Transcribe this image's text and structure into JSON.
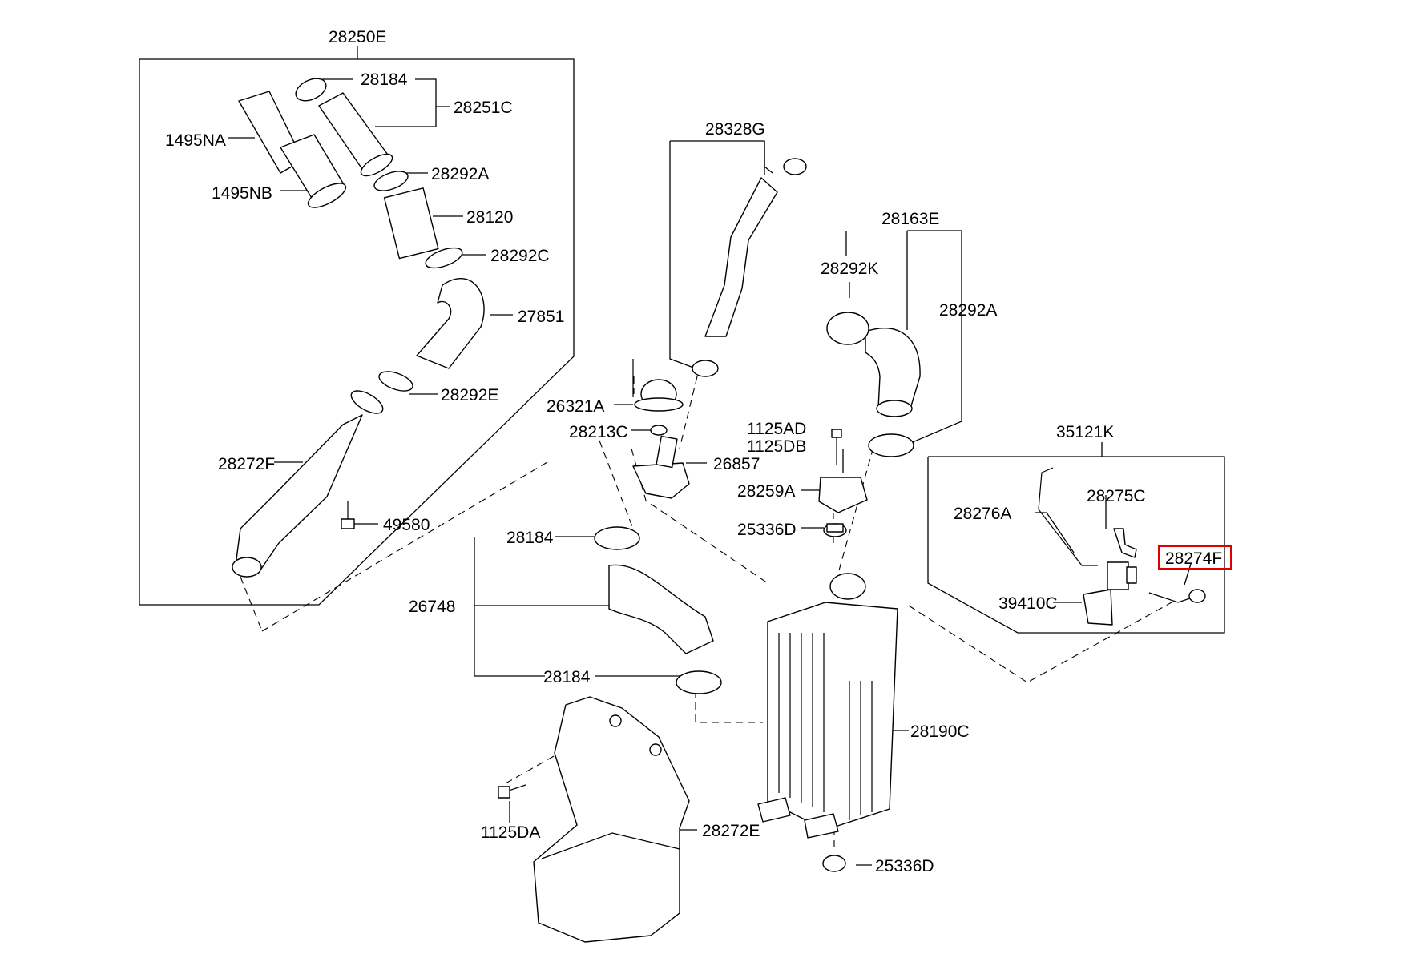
{
  "labels": {
    "p28250E": "28250E",
    "p28184_top": "28184",
    "p28251C": "28251C",
    "p1495NA": "1495NA",
    "p1495NB": "1495NB",
    "p28292A_left": "28292A",
    "p28120": "28120",
    "p28292C": "28292C",
    "p27851": "27851",
    "p28292E": "28292E",
    "p28272F": "28272F",
    "p49580": "49580",
    "p28328G": "28328G",
    "p26321A": "26321A",
    "p28213C": "28213C",
    "p26857": "26857",
    "p28163E": "28163E",
    "p28292K": "28292K",
    "p28292A_right": "28292A",
    "p1125AD": "1125AD",
    "p1125DB": "1125DB",
    "p28259A": "28259A",
    "p25336D_top": "25336D",
    "p35121K": "35121K",
    "p28276A": "28276A",
    "p28275C": "28275C",
    "p28274F": "28274F",
    "p39410C": "39410C",
    "p28184_mid": "28184",
    "p26748": "26748",
    "p28184_low": "28184",
    "p28190C": "28190C",
    "p1125DA": "1125DA",
    "p28272E": "28272E",
    "p25336D_bottom": "25336D"
  },
  "highlight": {
    "part": "28274F",
    "color": "#e00000"
  }
}
